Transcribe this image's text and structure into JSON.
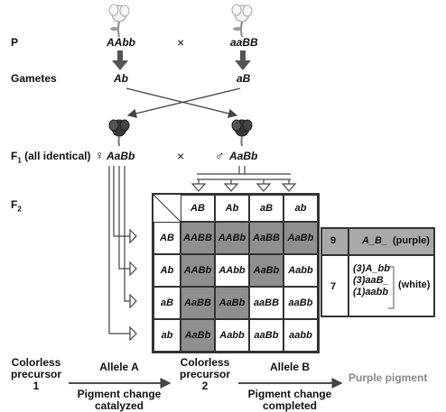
{
  "labels": {
    "p": "P",
    "gametes": "Gametes",
    "f1_prefix": "F",
    "f1_sub": "1",
    "f1_suffix": " (all identical)",
    "f2_prefix": "F",
    "f2_sub": "2",
    "cross": "×",
    "female_symbol": "♀",
    "male_symbol": "♂"
  },
  "parents": {
    "left": "AAbb",
    "right": "aaBB"
  },
  "gametes": {
    "left": "Ab",
    "right": "aB"
  },
  "f1": {
    "left": "AaBb",
    "right": "AaBb"
  },
  "punnett": {
    "columns": [
      "AB",
      "Ab",
      "aB",
      "ab"
    ],
    "rows": [
      {
        "header": "AB",
        "cells": [
          "AABB",
          "AABb",
          "AaBB",
          "AaBb"
        ],
        "shaded": [
          true,
          true,
          true,
          true
        ]
      },
      {
        "header": "Ab",
        "cells": [
          "AABb",
          "AAbb",
          "AaBb",
          "Aabb"
        ],
        "shaded": [
          true,
          false,
          true,
          false
        ]
      },
      {
        "header": "aB",
        "cells": [
          "AaBB",
          "AaBb",
          "aaBB",
          "aaBb"
        ],
        "shaded": [
          true,
          true,
          false,
          false
        ]
      },
      {
        "header": "ab",
        "cells": [
          "AaBb",
          "Aabb",
          "aaBb",
          "aabb"
        ],
        "shaded": [
          true,
          false,
          false,
          false
        ]
      }
    ]
  },
  "ratio": {
    "purple_count": "9",
    "purple_genotype": "A_B_",
    "purple_label": "(purple)",
    "white_count": "7",
    "white_lines": [
      "(3)A_bb",
      "(3)aaB_",
      "(1)aabb"
    ],
    "white_label": "(white)"
  },
  "pathway": {
    "step1_line1": "Colorless",
    "step1_line2": "precursor",
    "step1_line3": "1",
    "allele_a": "Allele A",
    "step1_action_line1": "Pigment change",
    "step1_action_line2": "catalyzed",
    "step2_line1": "Colorless",
    "step2_line2": "precursor",
    "step2_line3": "2",
    "allele_b": "Allele B",
    "step2_action_line1": "Pigment change",
    "step2_action_line2": "completed",
    "product": "Purple pigment"
  },
  "colors": {
    "shaded_cell": "#8f8f8f",
    "header_box": "#a9a9a9",
    "product_text": "#888888"
  }
}
